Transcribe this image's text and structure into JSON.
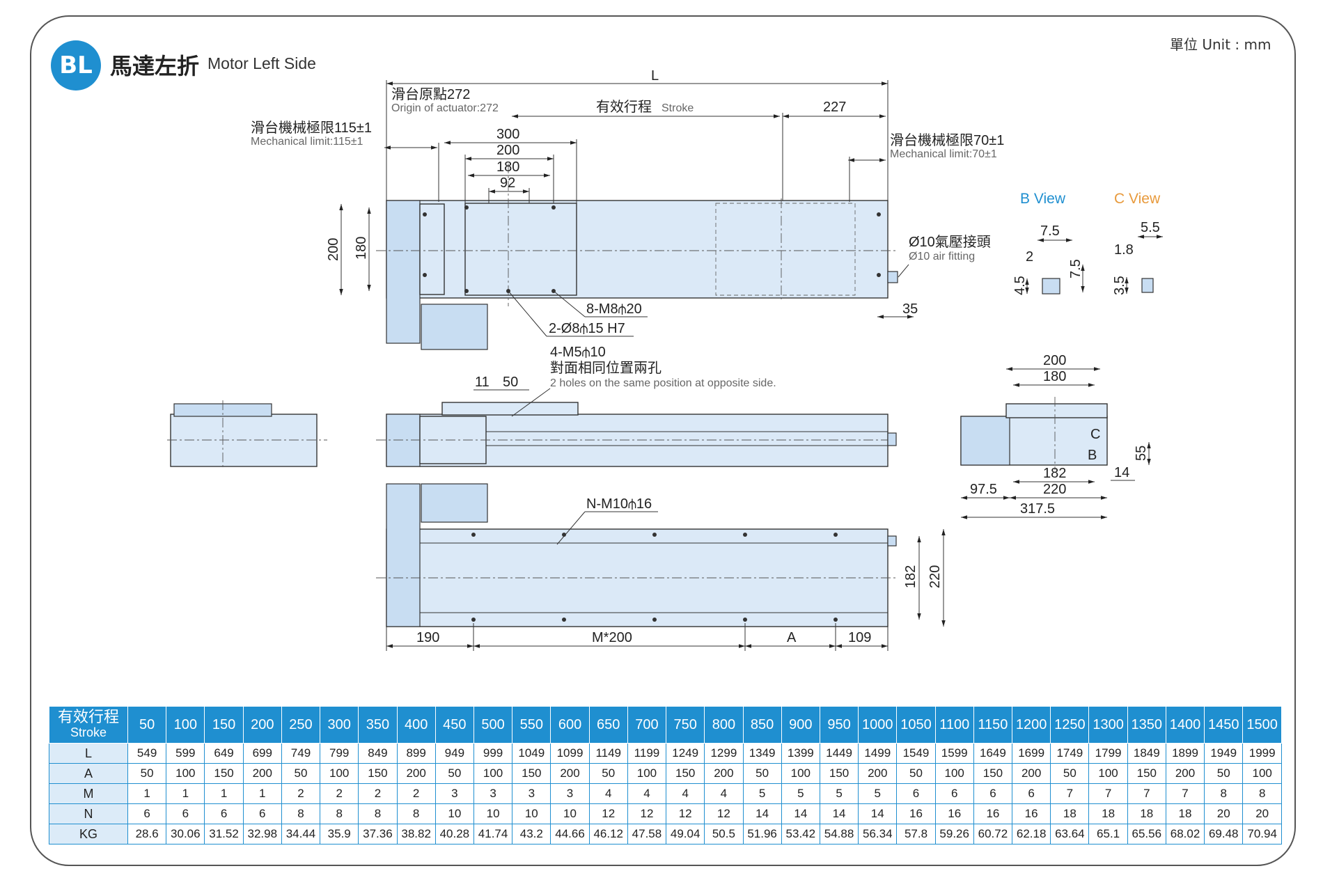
{
  "header": {
    "badge": "BL",
    "title_cn": "馬達左折",
    "title_en": "Motor Left Side",
    "unit": "單位 Unit : mm"
  },
  "colors": {
    "accent_blue": "#1f8fd0",
    "part_fill": "#dbe9f7",
    "b_view": "#1f8fd0",
    "c_view": "#e89a3c"
  },
  "drawing": {
    "dims": {
      "L": "L",
      "origin_cn": "滑台原點272",
      "origin_en": "Origin of actuator:272",
      "stroke_cn": "有效行程",
      "stroke_en": "Stroke",
      "d227": "227",
      "mech_left_cn": "滑台機械極限115±1",
      "mech_left_en": "Mechanical limit:115±1",
      "mech_right_cn": "滑台機械極限70±1",
      "mech_right_en": "Mechanical limit:70±1",
      "d300": "300",
      "d200": "200",
      "d180": "180",
      "d92": "92",
      "h200": "200",
      "h180": "180",
      "m8": "8-M8⫛20",
      "pin": "2-Ø8⫛15 H7",
      "air_cn": "Ø10氣壓接頭",
      "air_en": "Ø10 air fitting",
      "d35": "35",
      "m5": "4-M5⫛10",
      "m5_cn": "對面相同位置兩孔",
      "m5_en": "2 holes on the same position at opposite side.",
      "d11": "11",
      "d50": "50",
      "n_m10": "N-M10⫛16",
      "d182v": "182",
      "d220v": "220",
      "d190": "190",
      "m200": "M*200",
      "dA": "A",
      "d109": "109",
      "e200": "200",
      "e180": "180",
      "e182": "182",
      "e220": "220",
      "e975": "97.5",
      "e3175": "317.5",
      "e55": "55",
      "e14": "14",
      "lblC": "C",
      "lblB": "B"
    },
    "b_view": {
      "title": "B View",
      "d75": "7.5",
      "d2": "2",
      "d75v": "7.5",
      "d45": "4.5"
    },
    "c_view": {
      "title": "C View",
      "d55": "5.5",
      "d18": "1.8",
      "d35": "3.5"
    }
  },
  "table": {
    "header_cn": "有效行程",
    "header_en": "Stroke",
    "strokes": [
      "50",
      "100",
      "150",
      "200",
      "250",
      "300",
      "350",
      "400",
      "450",
      "500",
      "550",
      "600",
      "650",
      "700",
      "750",
      "800",
      "850",
      "900",
      "950",
      "1000",
      "1050",
      "1100",
      "1150",
      "1200",
      "1250",
      "1300",
      "1350",
      "1400",
      "1450",
      "1500"
    ],
    "rows": [
      {
        "label": "L",
        "values": [
          "549",
          "599",
          "649",
          "699",
          "749",
          "799",
          "849",
          "899",
          "949",
          "999",
          "1049",
          "1099",
          "1149",
          "1199",
          "1249",
          "1299",
          "1349",
          "1399",
          "1449",
          "1499",
          "1549",
          "1599",
          "1649",
          "1699",
          "1749",
          "1799",
          "1849",
          "1899",
          "1949",
          "1999"
        ]
      },
      {
        "label": "A",
        "values": [
          "50",
          "100",
          "150",
          "200",
          "50",
          "100",
          "150",
          "200",
          "50",
          "100",
          "150",
          "200",
          "50",
          "100",
          "150",
          "200",
          "50",
          "100",
          "150",
          "200",
          "50",
          "100",
          "150",
          "200",
          "50",
          "100",
          "150",
          "200",
          "50",
          "100"
        ]
      },
      {
        "label": "M",
        "values": [
          "1",
          "1",
          "1",
          "1",
          "2",
          "2",
          "2",
          "2",
          "3",
          "3",
          "3",
          "3",
          "4",
          "4",
          "4",
          "4",
          "5",
          "5",
          "5",
          "5",
          "6",
          "6",
          "6",
          "6",
          "7",
          "7",
          "7",
          "7",
          "8",
          "8"
        ]
      },
      {
        "label": "N",
        "values": [
          "6",
          "6",
          "6",
          "6",
          "8",
          "8",
          "8",
          "8",
          "10",
          "10",
          "10",
          "10",
          "12",
          "12",
          "12",
          "12",
          "14",
          "14",
          "14",
          "14",
          "16",
          "16",
          "16",
          "16",
          "18",
          "18",
          "18",
          "18",
          "20",
          "20"
        ]
      },
      {
        "label": "KG",
        "values": [
          "28.6",
          "30.06",
          "31.52",
          "32.98",
          "34.44",
          "35.9",
          "37.36",
          "38.82",
          "40.28",
          "41.74",
          "43.2",
          "44.66",
          "46.12",
          "47.58",
          "49.04",
          "50.5",
          "51.96",
          "53.42",
          "54.88",
          "56.34",
          "57.8",
          "59.26",
          "60.72",
          "62.18",
          "63.64",
          "65.1",
          "65.56",
          "68.02",
          "69.48",
          "70.94"
        ]
      }
    ]
  }
}
